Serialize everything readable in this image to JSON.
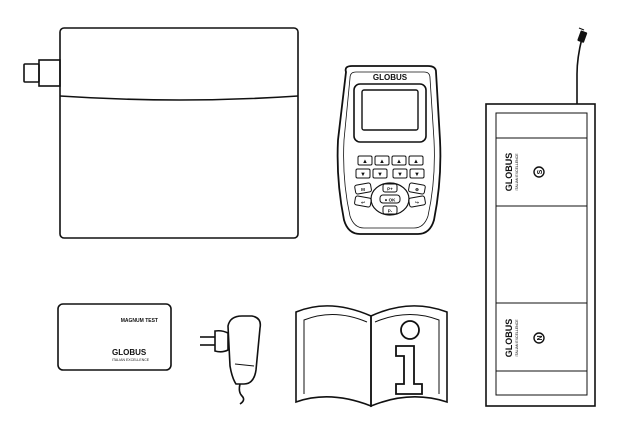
{
  "device": {
    "brand": "GLOBUS",
    "buttons": {
      "up": "▲",
      "down": "▼",
      "ok": "● OK",
      "mini_labels": [
        "M",
        "P+",
        "⊕",
        "↩",
        "P-",
        "↪"
      ]
    }
  },
  "card": {
    "title": "MAGNUM TEST",
    "brand": "GLOBUS",
    "tagline": "ITALIAN EXCELLENCE"
  },
  "mat": {
    "brand": "GLOBUS",
    "tagline": "ITALIAN EXCELLENCE",
    "pole_south": "S",
    "pole_north": "N"
  },
  "manual": {
    "info_glyph": "i"
  }
}
